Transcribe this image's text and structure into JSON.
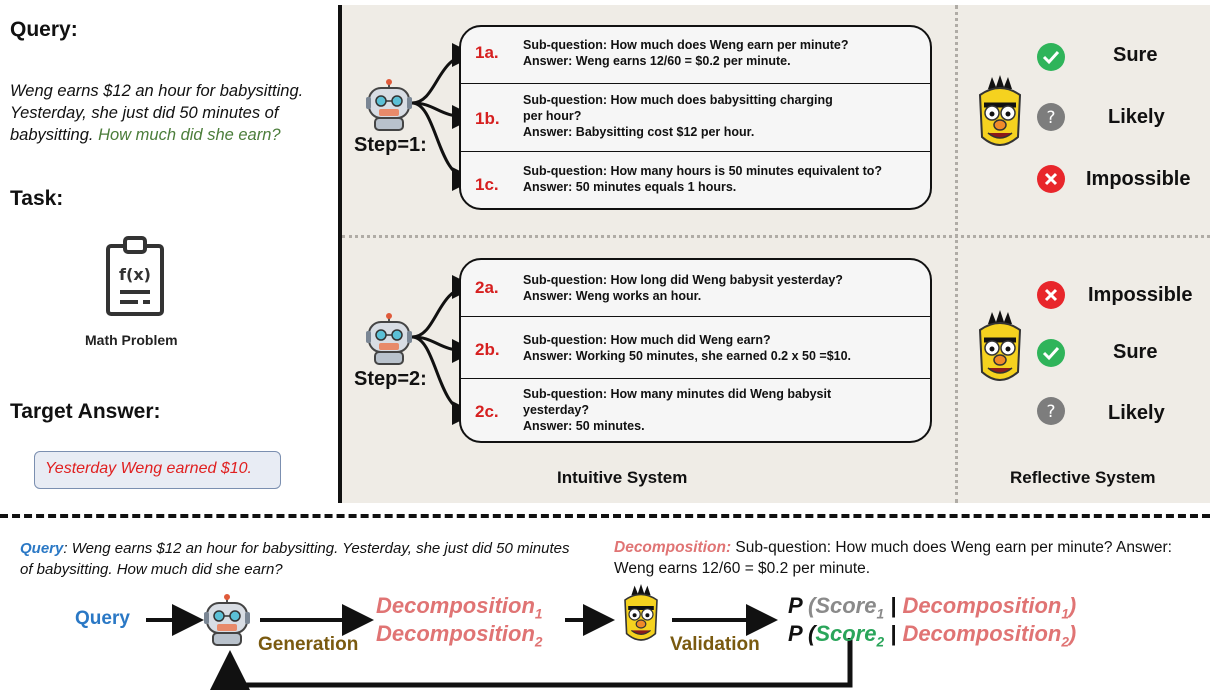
{
  "left": {
    "query_label": "Query:",
    "query_text": "Weng earns $12 an hour for babysitting. Yesterday, she just did 50 minutes of babysitting.",
    "query_question": "How much did she earn?",
    "task_label": "Task:",
    "task_icon_caption": "Math Problem",
    "task_icon_glyph": "f(x)",
    "target_label": "Target Answer:",
    "target_answer": "Yesterday Weng earned $10."
  },
  "step1": {
    "label": "Step=1:",
    "rows": [
      {
        "id": "1a.",
        "lines": [
          "Sub-question: How much does Weng earn per minute?",
          "Answer: Weng earns 12/60 = $0.2 per minute."
        ]
      },
      {
        "id": "1b.",
        "lines": [
          "Sub-question: How much does babysitting charging",
          "per hour?",
          "Answer: Babysitting cost $12 per hour."
        ]
      },
      {
        "id": "1c.",
        "lines": [
          "Sub-question: How many hours is 50 minutes equivalent to?",
          "Answer: 50 minutes equals 1 hours."
        ]
      }
    ],
    "verdicts": [
      {
        "label": "Sure",
        "icon": "check-icon",
        "color": "#2fb45a"
      },
      {
        "label": "Likely",
        "icon": "question-icon",
        "color": "#7d7d7d"
      },
      {
        "label": "Impossible",
        "icon": "cross-icon",
        "color": "#e8262b"
      }
    ]
  },
  "step2": {
    "label": "Step=2:",
    "rows": [
      {
        "id": "2a.",
        "lines": [
          "Sub-question: How long did Weng babysit yesterday?",
          "Answer: Weng works an hour."
        ]
      },
      {
        "id": "2b.",
        "lines": [
          "Sub-question: How much did Weng earn?",
          "Answer: Working 50 minutes, she earned 0.2 x 50 =$10."
        ]
      },
      {
        "id": "2c.",
        "lines": [
          "Sub-question: How many minutes did Weng babysit",
          "yesterday?",
          "Answer: 50 minutes."
        ]
      }
    ],
    "verdicts": [
      {
        "label": "Impossible",
        "icon": "cross-icon",
        "color": "#e8262b"
      },
      {
        "label": "Sure",
        "icon": "check-icon",
        "color": "#2fb45a"
      },
      {
        "label": "Likely",
        "icon": "question-icon",
        "color": "#7d7d7d"
      }
    ]
  },
  "systems": {
    "intuitive": "Intuitive System",
    "reflective": "Reflective System"
  },
  "bottom": {
    "query_label": "Query",
    "query_text": ": Weng earns $12 an hour for babysitting. Yesterday, she just did 50 minutes of babysitting. How much did she earn?",
    "decomp_label": "Decomposition:",
    "decomp_text": " Sub-question: How much does Weng earn per minute? Answer: Weng earns 12/60 = $0.2 per minute.",
    "flow_query": "Query",
    "generation": "Generation",
    "validation": "Validation",
    "decomposition_word": "Decomposition",
    "score_word": "Score",
    "sub1": "1",
    "sub2": "2",
    "p_symbol": "P"
  }
}
